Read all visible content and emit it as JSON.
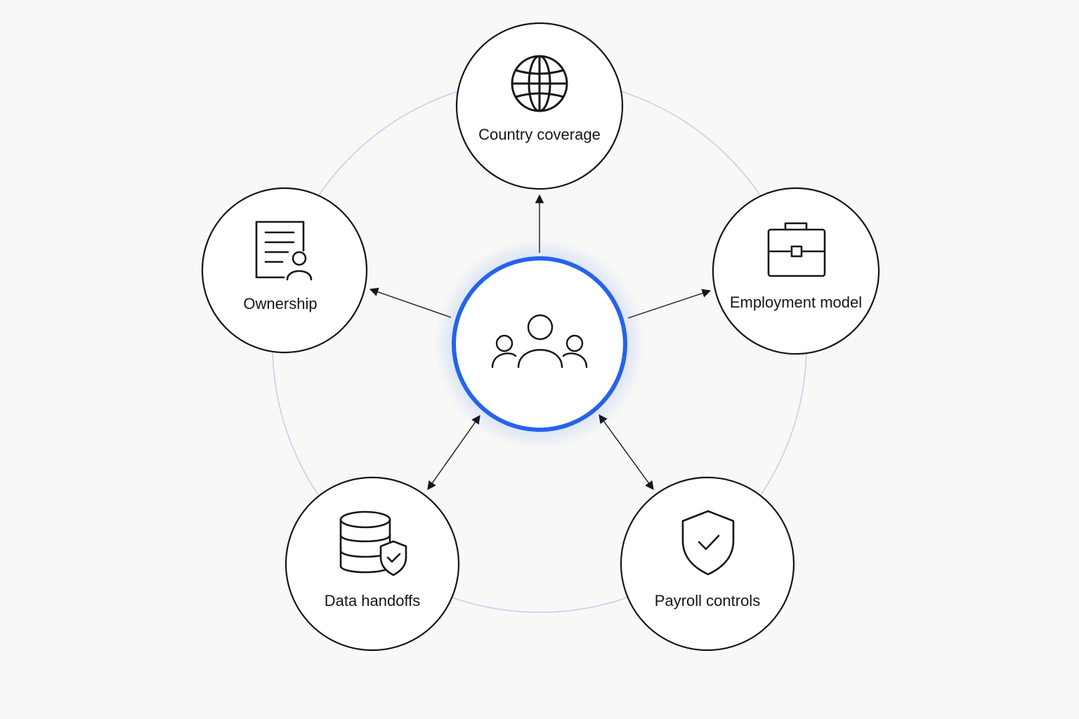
{
  "diagram": {
    "hub": {
      "icon": "team-icon"
    },
    "nodes": [
      {
        "id": "country-coverage",
        "label": "Country coverage",
        "icon": "globe-icon"
      },
      {
        "id": "employment-model",
        "label": "Employment model",
        "icon": "briefcase-icon"
      },
      {
        "id": "payroll-controls",
        "label": "Payroll controls",
        "icon": "shield-check-icon"
      },
      {
        "id": "data-handoffs",
        "label": "Data handoffs",
        "icon": "database-shield-icon"
      },
      {
        "id": "ownership",
        "label": "Ownership",
        "icon": "document-person-icon"
      }
    ],
    "colors": {
      "background": "#f8f8f6",
      "stroke": "#15161a",
      "accent": "#2563eb",
      "ring": "#bfd0ea"
    }
  }
}
